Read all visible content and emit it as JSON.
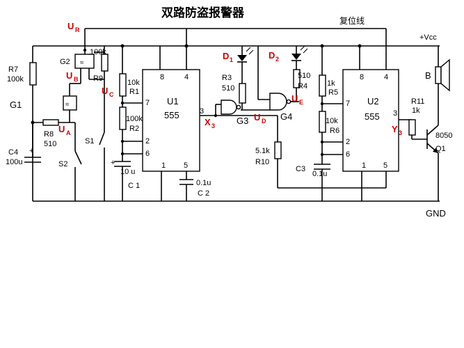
{
  "title": "双路防盗报警器",
  "reset_line_label": "复位线",
  "vcc_label": "+Vcc",
  "gnd_label": "GND",
  "nodes": {
    "UR": {
      "main": "U",
      "sub": "R"
    },
    "UB": {
      "main": "U",
      "sub": "B"
    },
    "UA": {
      "main": "U",
      "sub": "A"
    },
    "UC": {
      "main": "U",
      "sub": "C"
    },
    "X3": {
      "main": "X",
      "sub": "3"
    },
    "UD": {
      "main": "U",
      "sub": "D"
    },
    "UE": {
      "main": "U",
      "sub": "E"
    },
    "Y3": {
      "main": "Y",
      "sub": "3"
    },
    "D1": {
      "main": "D",
      "sub": "1"
    },
    "D2": {
      "main": "D",
      "sub": "2"
    }
  },
  "components": {
    "R7": {
      "name": "R7",
      "value": "100k"
    },
    "G1": {
      "name": "G1"
    },
    "G2": {
      "name": "G2"
    },
    "R9": {
      "name": "R9",
      "value": "100k"
    },
    "R8": {
      "name": "R8",
      "value": "510"
    },
    "C4": {
      "name": "C4",
      "value": "100u"
    },
    "S1": {
      "name": "S1"
    },
    "S2": {
      "name": "S2"
    },
    "R1": {
      "name": "R1",
      "value": "10k"
    },
    "R2": {
      "name": "R2",
      "value": "100k"
    },
    "C1": {
      "name": "C 1",
      "value": "10 u"
    },
    "C2": {
      "name": "C 2",
      "value": "0.1u"
    },
    "U1": {
      "name": "U1",
      "type": "555"
    },
    "R3": {
      "name": "R3",
      "value": "510"
    },
    "G3": {
      "name": "G3"
    },
    "G4": {
      "name": "G4"
    },
    "R4": {
      "name": "R4",
      "value": "510"
    },
    "R10": {
      "name": "R10",
      "value": "5.1k"
    },
    "R5": {
      "name": "R5",
      "value": "1k"
    },
    "R6": {
      "name": "R6",
      "value": "10k"
    },
    "C3": {
      "name": "C3",
      "value": "0.1u"
    },
    "U2": {
      "name": "U2",
      "type": "555"
    },
    "R11": {
      "name": "R11",
      "value": "1k"
    },
    "B": {
      "name": "B"
    },
    "Q1": {
      "name": "Q1",
      "value": "8050"
    }
  },
  "pins": {
    "p8": "8",
    "p4": "4",
    "p7": "7",
    "p3": "3",
    "p2": "2",
    "p6": "6",
    "p1": "1",
    "p5": "5"
  },
  "colors": {
    "annotation": "#cc0000",
    "wire": "#000000"
  }
}
